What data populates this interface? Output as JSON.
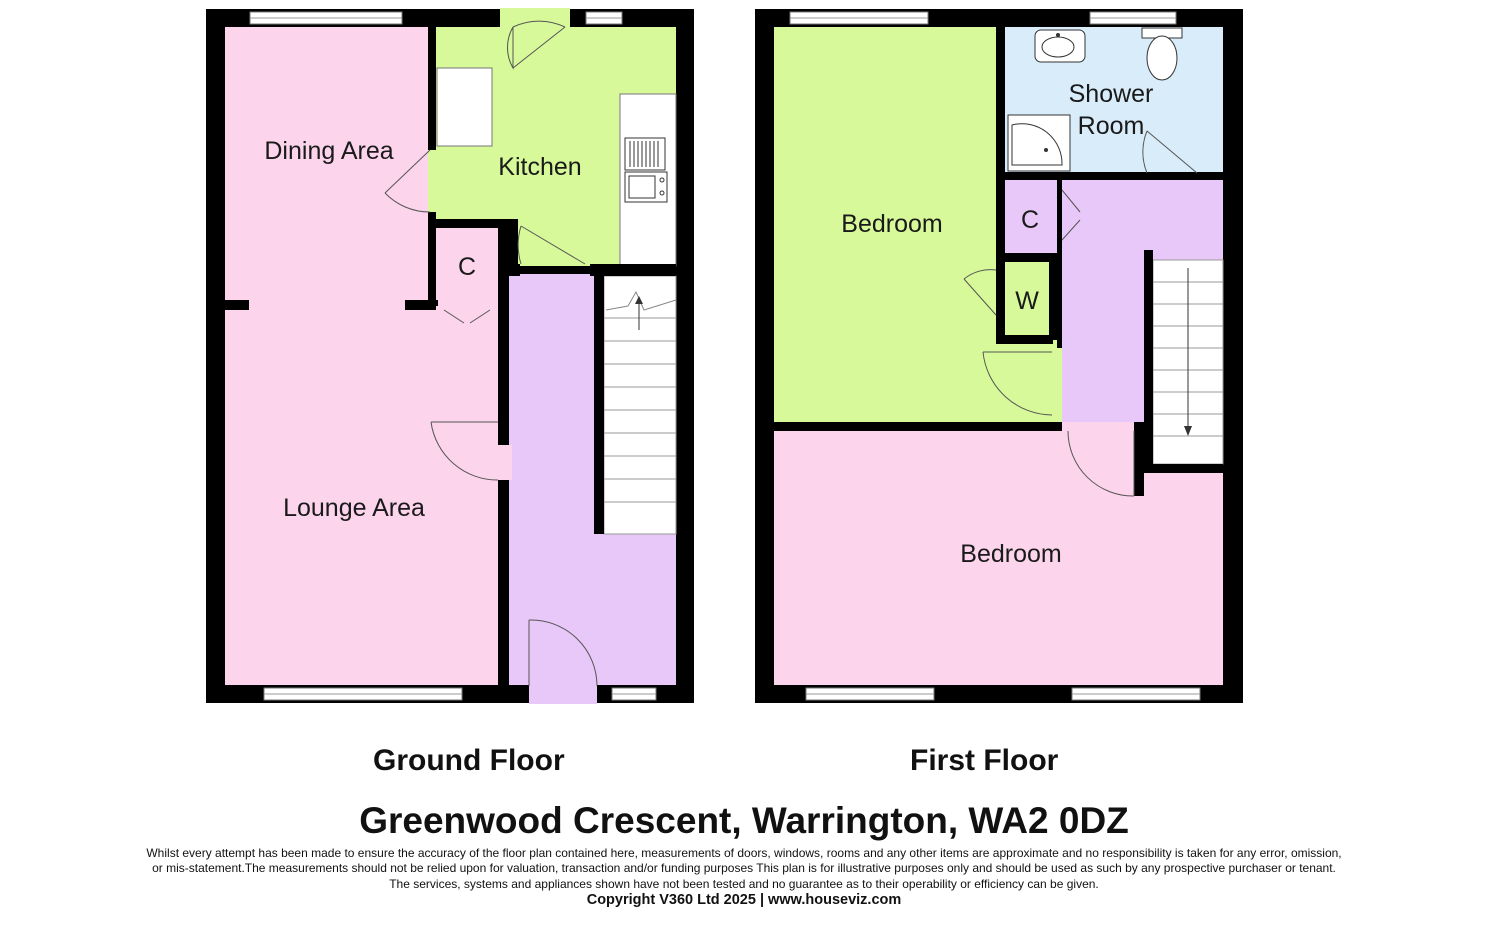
{
  "colors": {
    "wall": "#000000",
    "lounge_bedroom_pink": "#fcd5ec",
    "kitchen_bedroom_green": "#d7f99a",
    "hall_landing_purple": "#e8c8f8",
    "shower_blue": "#d8ecfa"
  },
  "ground_floor": {
    "title": "Ground Floor",
    "rooms": {
      "dining": "Dining Area",
      "kitchen": "Kitchen",
      "cupboard": "C",
      "lounge": "Lounge Area"
    }
  },
  "first_floor": {
    "title": "First Floor",
    "rooms": {
      "bedroom1": "Bedroom",
      "shower_line1": "Shower",
      "shower_line2": "Room",
      "cupboard": "C",
      "wardrobe": "W",
      "bedroom2": "Bedroom"
    }
  },
  "address": "Greenwood Crescent, Warrington, WA2 0DZ",
  "disclaimer": {
    "line1": "Whilst every attempt has been made to ensure the accuracy of the floor plan contained here, measurements of doors, windows, rooms and any other items are approximate and no responsibility is taken for any error, omission,",
    "line2": "or mis-statement.The measurements should not be relied upon for valuation, transaction and/or funding purposes This plan is for illustrative purposes only and should be used as such by any prospective purchaser or tenant.",
    "line3": "The services, systems and appliances shown have not been tested and no guarantee as to their operability or efficiency can be given."
  },
  "copyright": "Copyright V360 Ltd 2025 | www.houseviz.com"
}
